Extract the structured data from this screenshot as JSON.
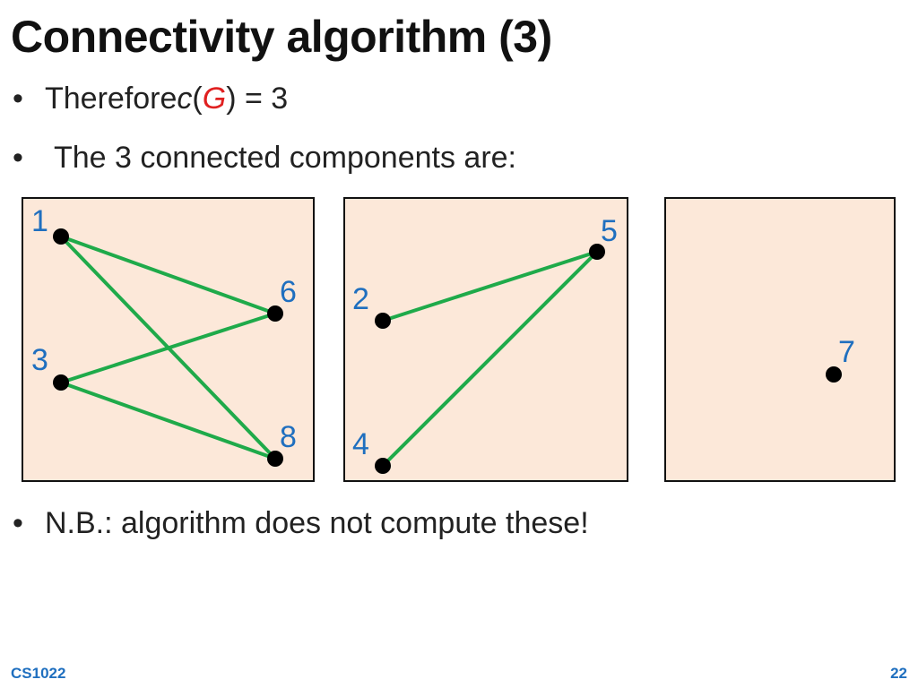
{
  "slide": {
    "title": "Connectivity algorithm (3)",
    "bullets": {
      "b1_prefix": "Therefore ",
      "b1_c": "c",
      "b1_open": "(",
      "b1_G": "G",
      "b1_close": ")",
      "b1_eq": " = 3",
      "b2": "The 3 connected components are:",
      "b3": "N.B.: algorithm does not compute these!"
    },
    "bullet_glyph": "•",
    "footer_left": "CS1022",
    "page_number": "22"
  },
  "colors": {
    "title": "#111111",
    "text": "#222222",
    "accent_red": "#e02020",
    "accent_blue": "#1f6fbf",
    "edge_green": "#1faa4a",
    "node": "#000000",
    "panel_fill": "#fce8d9",
    "panel_border": "#111111"
  },
  "graph": {
    "components": [
      {
        "nodes": [
          "1",
          "3",
          "6",
          "8"
        ],
        "edges": [
          [
            "1",
            "6"
          ],
          [
            "1",
            "8"
          ],
          [
            "3",
            "6"
          ],
          [
            "3",
            "8"
          ]
        ]
      },
      {
        "nodes": [
          "2",
          "4",
          "5"
        ],
        "edges": [
          [
            "2",
            "5"
          ],
          [
            "4",
            "5"
          ]
        ]
      },
      {
        "nodes": [
          "7"
        ],
        "edges": []
      }
    ]
  }
}
